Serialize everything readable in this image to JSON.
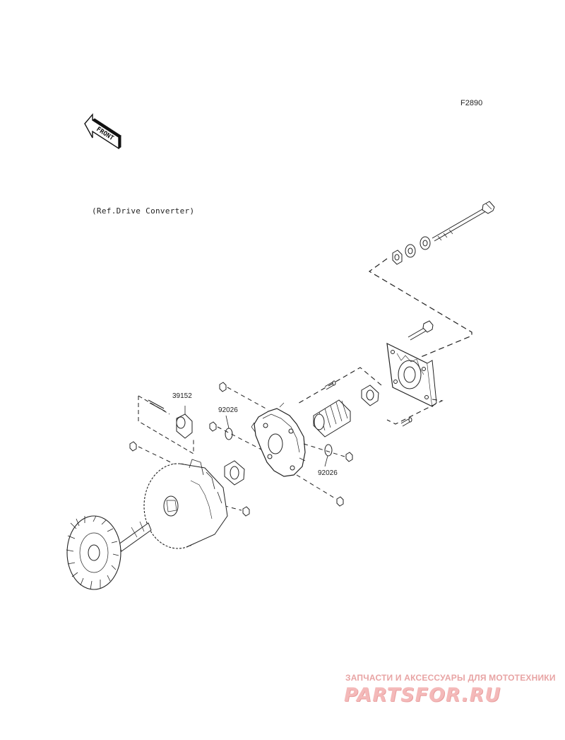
{
  "figure_code": "F2890",
  "front_arrow_label": "FRONT",
  "reference_text": "(Ref.Drive Converter)",
  "part_labels": {
    "p39152": "39152",
    "p92026_left": "92026",
    "p92026_right": "92026"
  },
  "watermark": {
    "tagline": "ЗАПЧАСТИ И АКСЕССУАРЫ ДЛЯ МОТОТЕХНИКИ",
    "logo": "PARTSFOR.RU",
    "color": "#f4b9b9"
  }
}
